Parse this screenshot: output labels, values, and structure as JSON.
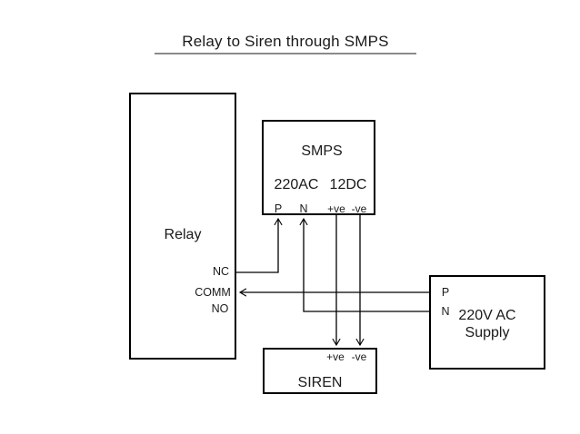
{
  "title": "Relay to Siren through SMPS",
  "nodes": {
    "relay": {
      "label": "Relay",
      "terminals": {
        "nc": "NC",
        "comm": "COMM",
        "no": "NO"
      }
    },
    "smps": {
      "label": "SMPS",
      "input": "220AC",
      "output": "12DC",
      "terminals": {
        "p": "P",
        "n": "N",
        "pos": "+ve",
        "neg": "-ve"
      }
    },
    "siren": {
      "label": "SIREN",
      "terminals": {
        "pos": "+ve",
        "neg": "-ve"
      }
    },
    "supply": {
      "label_line1": "220V AC",
      "label_line2": "Supply",
      "terminals": {
        "p": "P",
        "n": "N"
      }
    }
  },
  "connections": [
    {
      "from": "Relay NC",
      "to": "SMPS P"
    },
    {
      "from": "220V AC Supply P",
      "to": "Relay COMM"
    },
    {
      "from": "220V AC Supply N",
      "to": "SMPS N"
    },
    {
      "from": "SMPS +ve",
      "to": "SIREN +ve"
    },
    {
      "from": "SMPS -ve",
      "to": "SIREN -ve"
    }
  ],
  "colors": {
    "wire": "#000000",
    "box_border": "#000000",
    "underline": "#8a8a8a",
    "text": "#1a1a1a",
    "background": "#ffffff"
  }
}
